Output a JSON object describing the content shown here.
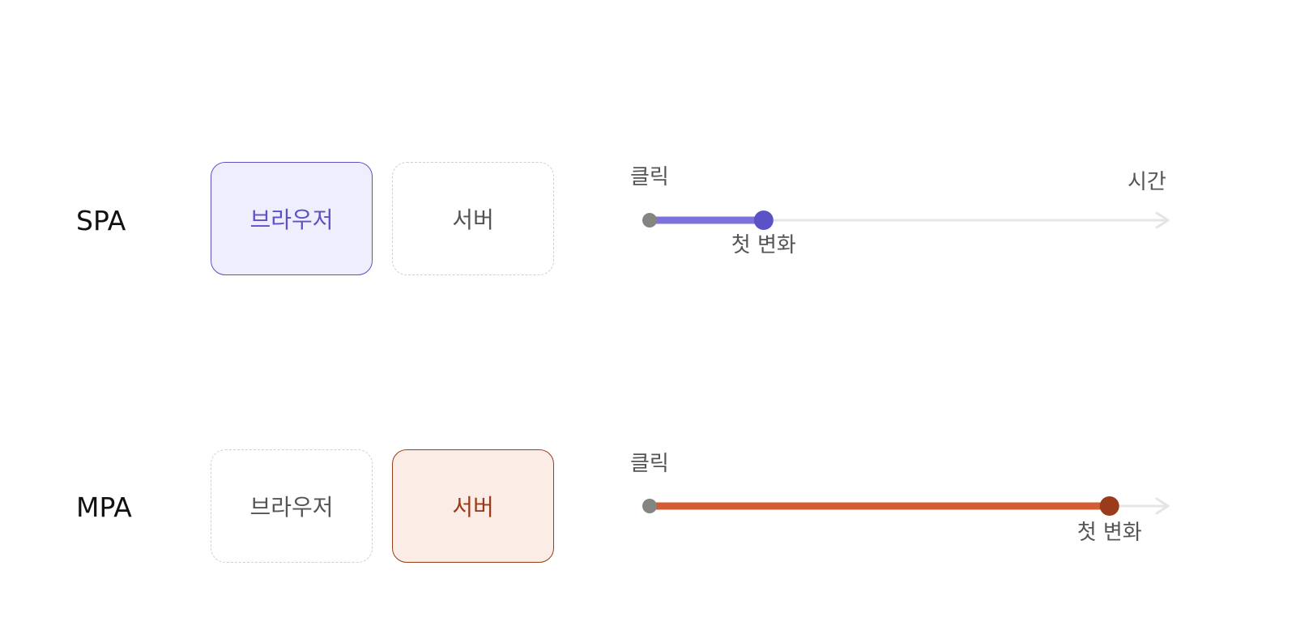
{
  "rows": [
    {
      "label": "SPA",
      "browser_label": "브라우저",
      "server_label": "서버",
      "active": "browser",
      "click_label": "클릭",
      "first_change_label": "첫 변화",
      "time_label": "시간",
      "first_change_fraction": 0.22,
      "progress_color": "#7b72db",
      "marker_color": "#5b52c7"
    },
    {
      "label": "MPA",
      "browser_label": "브라우저",
      "server_label": "서버",
      "active": "server",
      "click_label": "클릭",
      "first_change_label": "첫 변화",
      "first_change_fraction": 0.887,
      "progress_color": "#d45c34",
      "marker_color": "#9a3c1c"
    }
  ],
  "colors": {
    "axis": "#e5e5e5",
    "start_dot": "#858580",
    "dashed_border": "#cfcfcf"
  }
}
